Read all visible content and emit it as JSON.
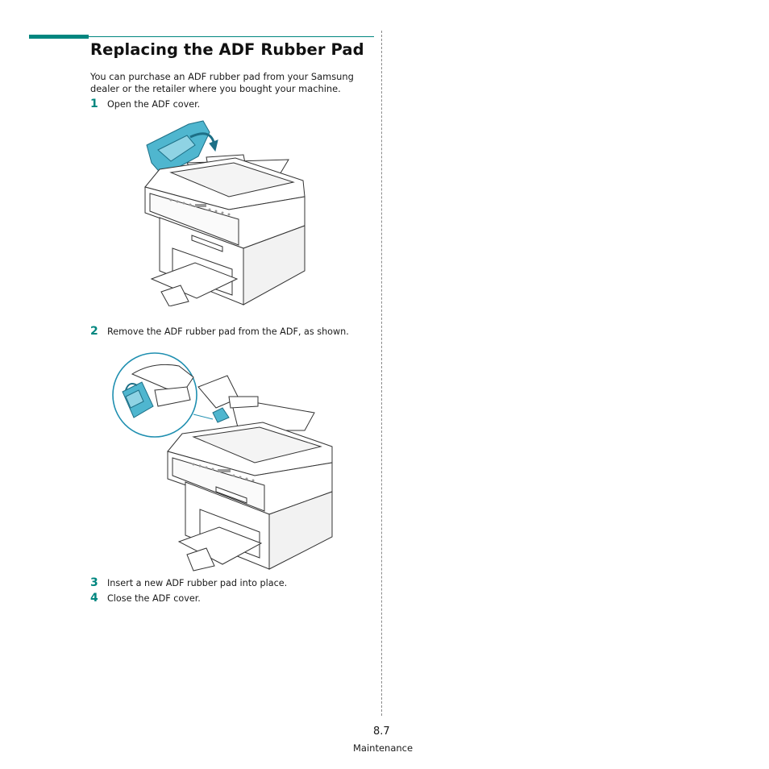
{
  "heading": "Replacing the ADF Rubber Pad",
  "intro": "You can purchase an ADF rubber pad from your Samsung dealer or the retailer where you bought your machine.",
  "steps": [
    {
      "num": "1",
      "text": "Open the ADF cover."
    },
    {
      "num": "2",
      "text": "Remove the ADF rubber pad from the ADF, as shown."
    },
    {
      "num": "3",
      "text": "Insert a new ADF rubber pad into place."
    },
    {
      "num": "4",
      "text": "Close the ADF cover."
    }
  ],
  "footer": {
    "page_number": "8.7",
    "section": "Maintenance"
  },
  "colors": {
    "accent": "#00867f",
    "highlight": "#4fb6cf"
  }
}
